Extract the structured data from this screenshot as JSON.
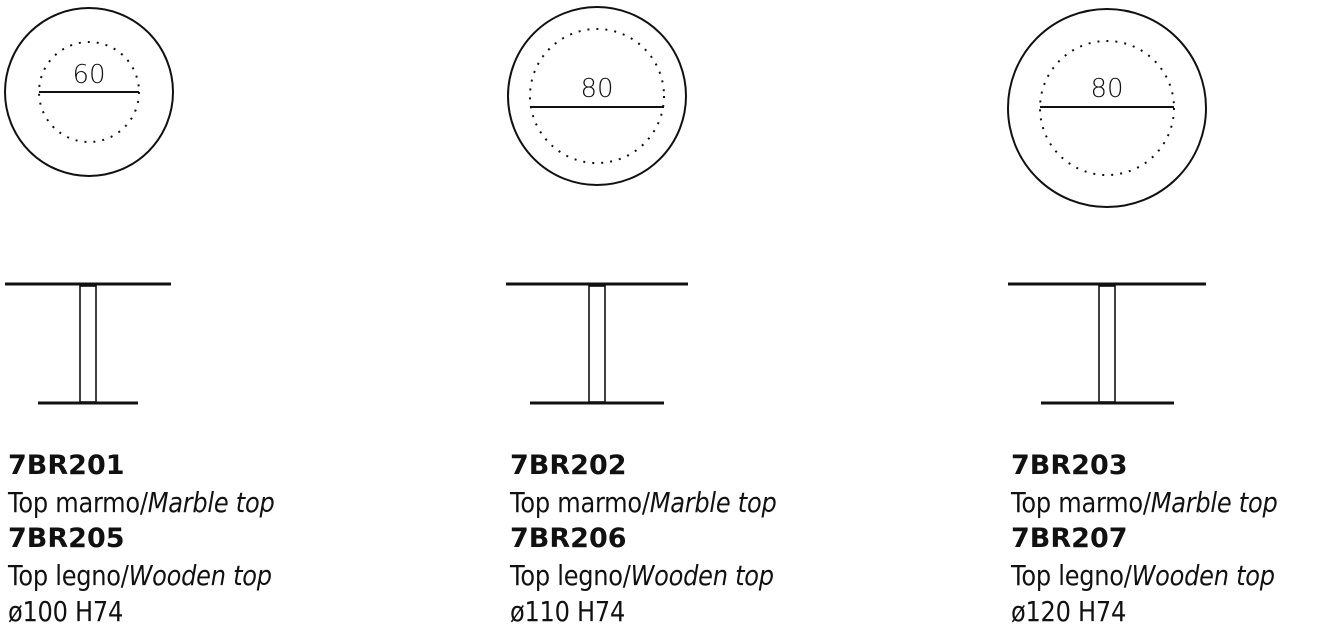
{
  "tables": [
    {
      "top_dim": "60",
      "code_marble": "7BR201",
      "marble_it": "Top marmo/",
      "marble_en": "Marble top",
      "code_wood": "7BR205",
      "wood_it": "Top legno/",
      "wood_en": "Wooden top",
      "size": "ø100 H74"
    },
    {
      "top_dim": "80",
      "code_marble": "7BR202",
      "marble_it": "Top marmo/",
      "marble_en": "Marble top",
      "code_wood": "7BR206",
      "wood_it": "Top legno/",
      "wood_en": "Wooden top",
      "size": "ø110 H74"
    },
    {
      "top_dim": "80",
      "code_marble": "7BR203",
      "marble_it": "Top marmo/",
      "marble_en": "Marble top",
      "code_wood": "7BR207",
      "wood_it": "Top legno/",
      "wood_en": "Wooden top",
      "size": "ø120 H74"
    }
  ]
}
